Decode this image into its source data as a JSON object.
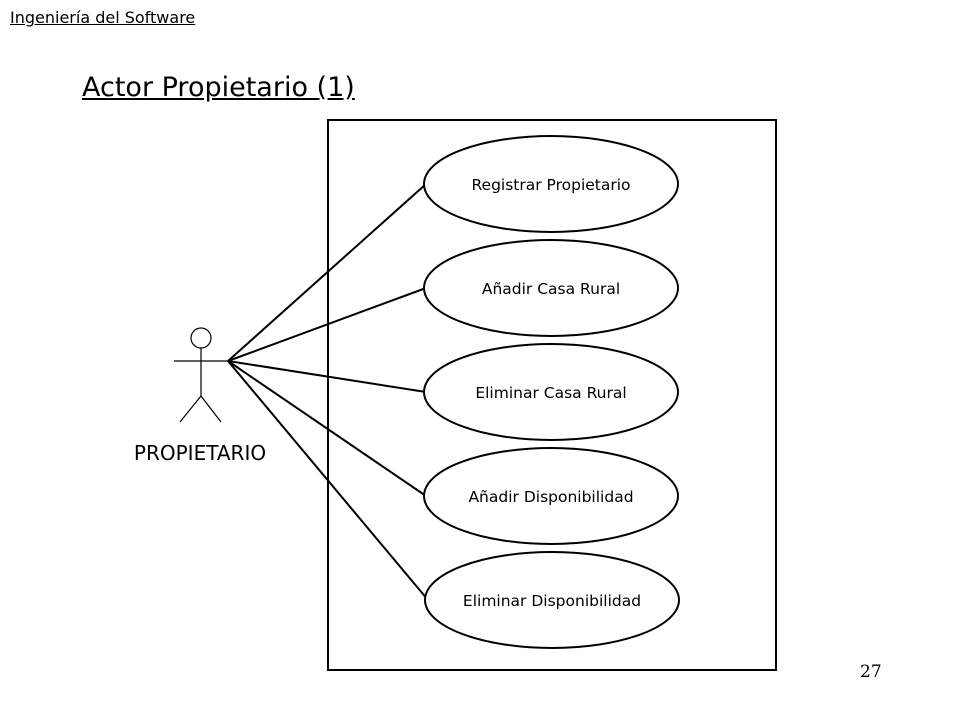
{
  "header": {
    "course": "Ingeniería del Software"
  },
  "slide": {
    "title": "Actor Propietario (1)",
    "page_number": "27"
  },
  "actor": {
    "name": "PROPIETARIO"
  },
  "use_cases": [
    {
      "label": "Registrar Propietario"
    },
    {
      "label": "Añadir Casa Rural"
    },
    {
      "label": "Eliminar Casa Rural"
    },
    {
      "label": "Añadir Disponibilidad"
    },
    {
      "label": "Eliminar Disponibilidad"
    }
  ]
}
